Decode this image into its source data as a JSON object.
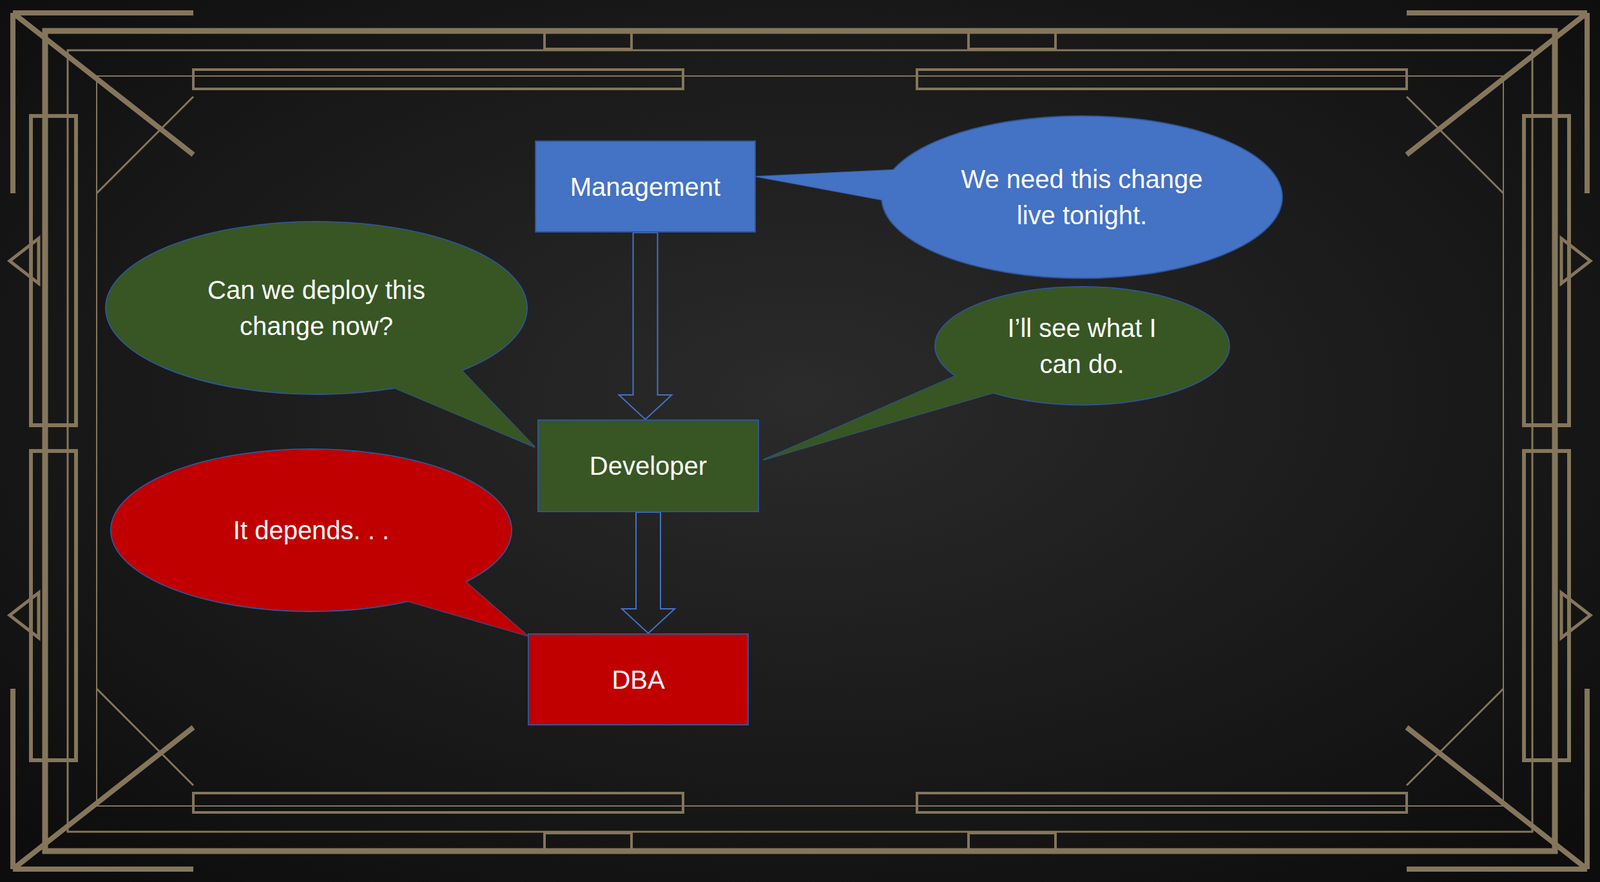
{
  "diagram": {
    "nodes": [
      {
        "text": [
          "Management"
        ]
      },
      {
        "text": [
          "We need this change live tonight."
        ]
      },
      {
        "text": [
          "Can we deploy this change now?"
        ]
      },
      {
        "text": [
          "I’ll see what I can do."
        ]
      },
      {
        "text": [
          "Developer"
        ]
      },
      {
        "text": [
          "It depends. . ."
        ]
      },
      {
        "text": [
          "DBA"
        ]
      }
    ],
    "edges": [
      {
        "from": 0,
        "to": 4,
        "arrow": "to"
      },
      {
        "from": 4,
        "to": 6,
        "arrow": "to"
      }
    ]
  }
}
